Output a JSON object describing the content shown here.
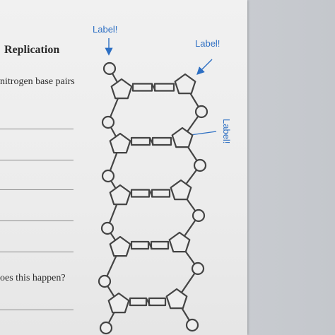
{
  "worksheet": {
    "title": "Replication",
    "subtitle": "nitrogen base pairs",
    "question": "oes this happen?"
  },
  "diagram": {
    "labels": [
      "Label!",
      "Label!",
      "Label!"
    ],
    "colors": {
      "label": "#2d6fc3",
      "strand": "#444444",
      "paper": "#eeeeee"
    },
    "base_pairs": 5
  }
}
